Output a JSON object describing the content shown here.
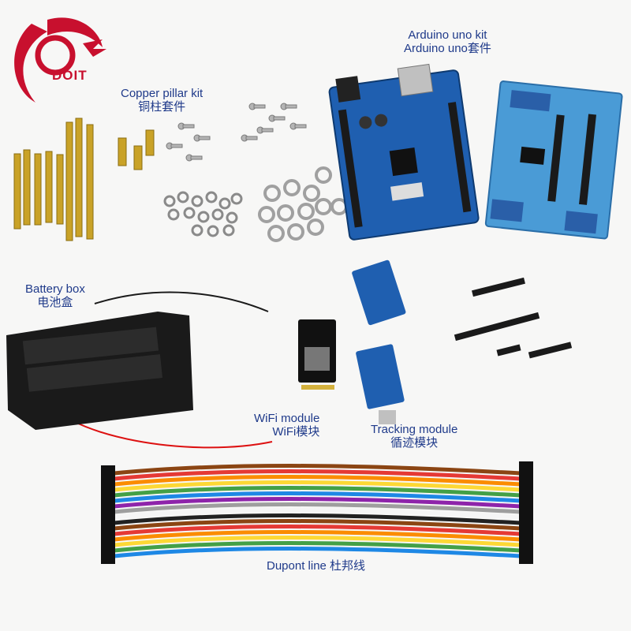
{
  "brand": {
    "name": "DOIT",
    "color": "#c8102e"
  },
  "labels": {
    "arduino": {
      "en": "Arduino uno kit",
      "cn": "Arduino uno套件"
    },
    "copper": {
      "en": "Copper pillar kit",
      "cn": "铜柱套件"
    },
    "battery": {
      "en": "Battery box",
      "cn": "电池盒"
    },
    "wifi": {
      "en": "WiFi module",
      "cn": "WiFi模块"
    },
    "tracking": {
      "en": "Tracking module",
      "cn": "循迹模块"
    },
    "dupont": {
      "text": "Dupont line 杜邦线"
    }
  },
  "colors": {
    "label_text": "#1f3a8a",
    "board_blue": "#1f5fb0",
    "brass": "#c9a227",
    "battery_black": "#1a1a1a"
  }
}
